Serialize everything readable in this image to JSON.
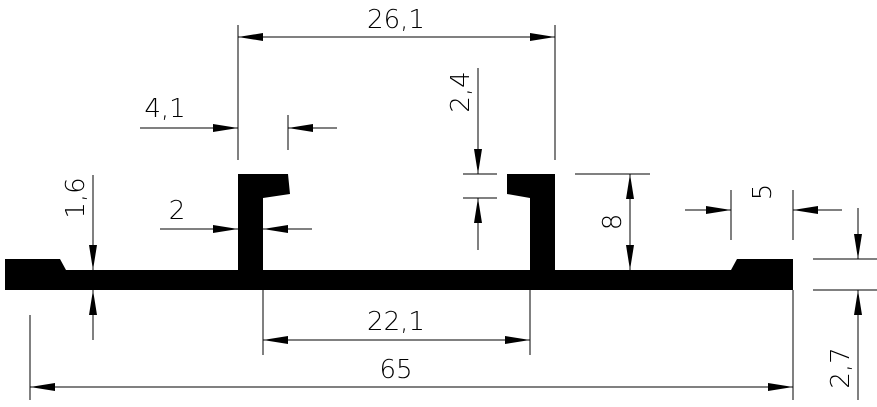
{
  "dimensions": {
    "top_span": "26,1",
    "top_left_width": "4,1",
    "wall_thickness": "2",
    "lip_gap": "2,4",
    "base_thickness": "1,6",
    "slot_height": "8",
    "right_step": "5",
    "right_height": "2,7",
    "inner_span": "22,1",
    "overall_width": "65"
  }
}
